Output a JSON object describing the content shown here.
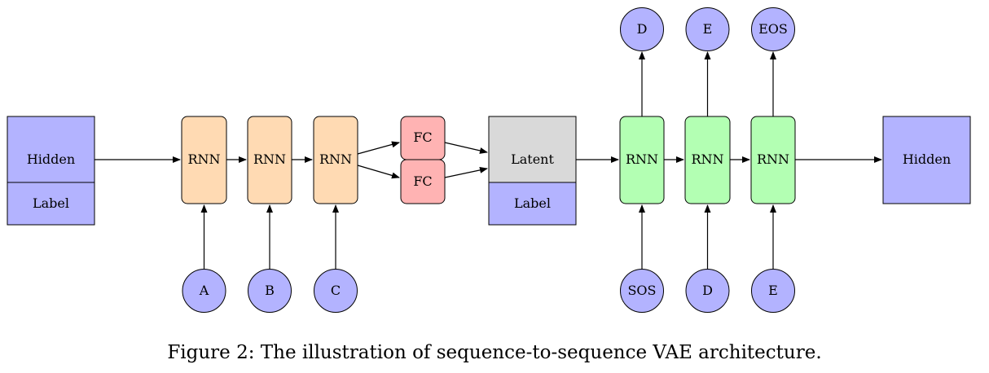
{
  "diagram": {
    "encoder_input_box": {
      "top_label": "Hidden",
      "bottom_label": "Label"
    },
    "encoder_rnn_label": "RNN",
    "encoder_inputs": [
      "A",
      "B",
      "C"
    ],
    "fc_label": "FC",
    "latent_box": {
      "top_label": "Latent",
      "bottom_label": "Label"
    },
    "decoder_rnn_label": "RNN",
    "decoder_inputs": [
      "SOS",
      "D",
      "E"
    ],
    "decoder_outputs": [
      "D",
      "E",
      "EOS"
    ],
    "output_box_label": "Hidden",
    "colors": {
      "token_node": "#b3b3ff",
      "encoder_rnn": "#ffdab3",
      "fc": "#ffb3b3",
      "latent": "#d9d9d9",
      "decoder_rnn": "#b3ffb3",
      "label_box": "#b3b3ff",
      "stroke": "#000000"
    }
  },
  "caption": "Figure 2: The illustration of sequence-to-sequence VAE architecture."
}
